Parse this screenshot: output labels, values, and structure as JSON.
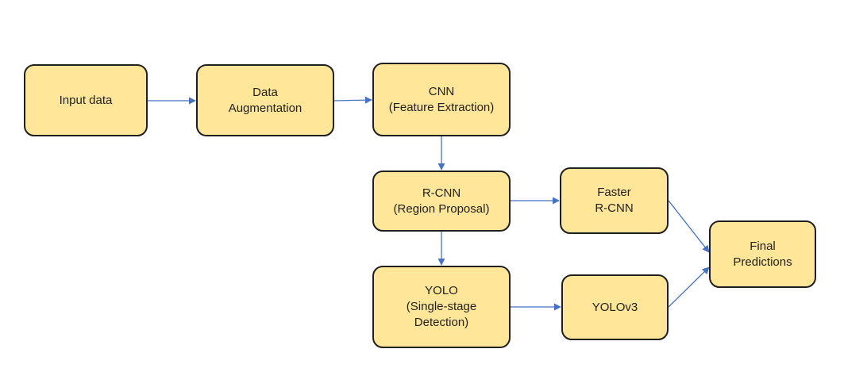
{
  "diagram": {
    "nodes": {
      "input": {
        "label": "Input data"
      },
      "augmentation": {
        "label": "Data\nAugmentation"
      },
      "cnn": {
        "label": "CNN\n(Feature Extraction)"
      },
      "rcnn": {
        "label": "R-CNN\n(Region Proposal)"
      },
      "yolo": {
        "label": "YOLO\n(Single-stage\nDetection)"
      },
      "faster_rcnn": {
        "label": "Faster\nR-CNN"
      },
      "yolov3": {
        "label": "YOLOv3"
      },
      "final": {
        "label": "Final\nPredictions"
      }
    },
    "edges": [
      {
        "from": "input",
        "to": "augmentation"
      },
      {
        "from": "augmentation",
        "to": "cnn"
      },
      {
        "from": "cnn",
        "to": "rcnn"
      },
      {
        "from": "rcnn",
        "to": "faster_rcnn"
      },
      {
        "from": "rcnn",
        "to": "yolo"
      },
      {
        "from": "yolo",
        "to": "yolov3"
      },
      {
        "from": "faster_rcnn",
        "to": "final"
      },
      {
        "from": "yolov3",
        "to": "final"
      }
    ],
    "colors": {
      "node_fill": "#ffe699",
      "node_border": "#1f1f1f",
      "edge": "#4472c4"
    }
  }
}
